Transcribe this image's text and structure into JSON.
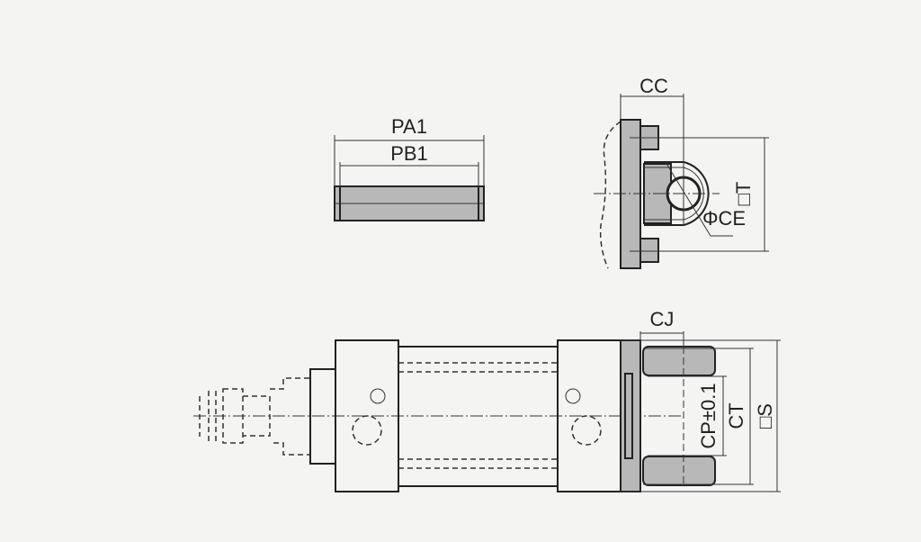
{
  "labels": {
    "pa1": "PA1",
    "pb1": "PB1",
    "cc": "CC",
    "t": "□T",
    "ce": "ΦCE",
    "cj": "CJ",
    "cp": "CP±0.1",
    "ct": "CT",
    "s": "□S"
  },
  "colors": {
    "line": "#222222",
    "fill": "#b8b8b8",
    "background": "#f4f5f3"
  }
}
